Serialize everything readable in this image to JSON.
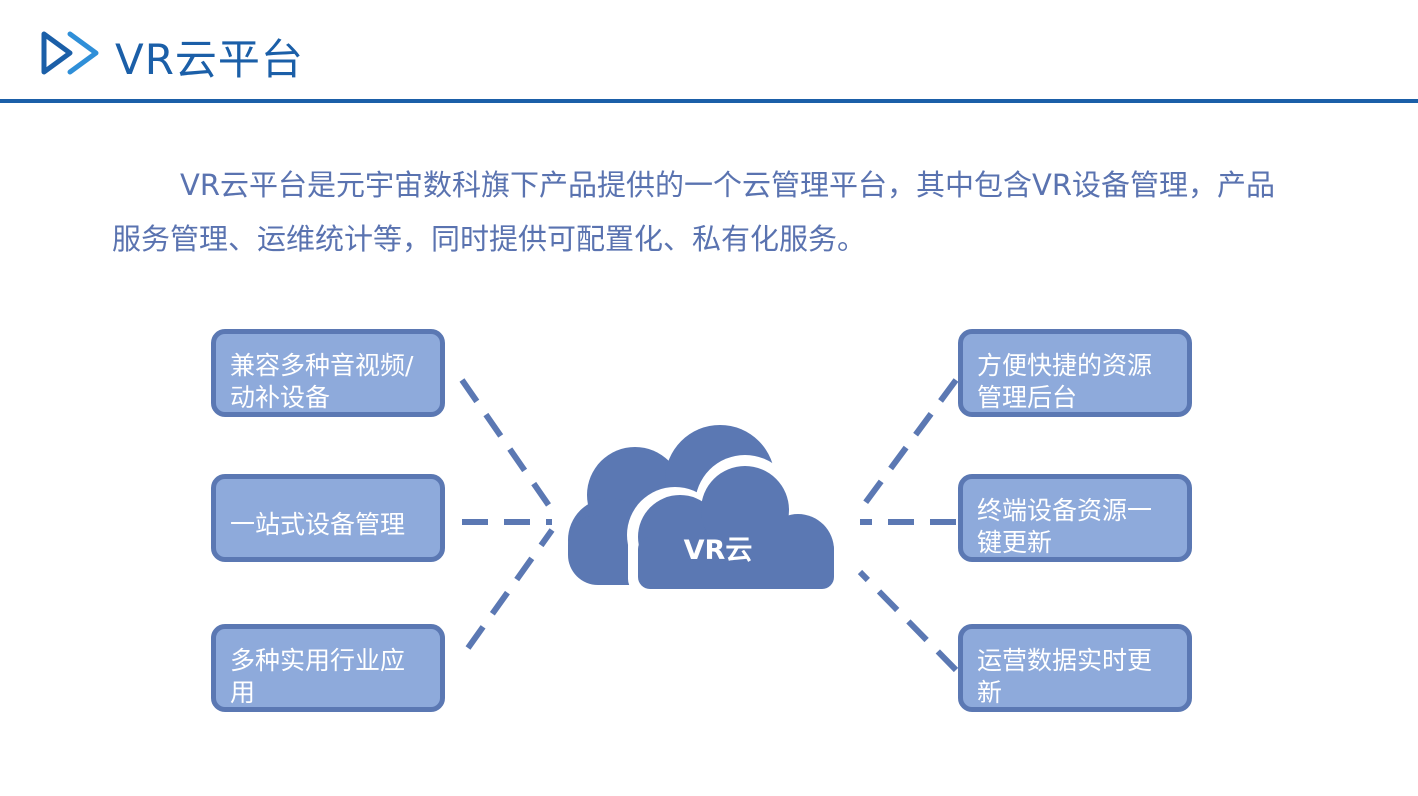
{
  "header": {
    "title": "VR云平台"
  },
  "intro": {
    "text": "VR云平台是元宇宙数科旗下产品提供的一个云管理平台，其中包含VR设备管理，产品服务管理、运维统计等，同时提供可配置化、私有化服务。"
  },
  "diagram": {
    "center": "VR云",
    "left": [
      {
        "line1": "兼容多种音视频/",
        "line2": "动补设备"
      },
      {
        "line1": "一站式设备管理",
        "line2": ""
      },
      {
        "line1": "多种实用行业应",
        "line2": "用"
      }
    ],
    "right": [
      {
        "line1": "方便快捷的资源",
        "line2": "管理后台"
      },
      {
        "line1": "终端设备资源一",
        "line2": "键更新"
      },
      {
        "line1": "运营数据实时更",
        "line2": "新"
      }
    ]
  },
  "colors": {
    "accent": "#1b5fa8",
    "box_fill": "#8eaadb",
    "box_border": "#5b78b3",
    "cloud": "#5b78b3",
    "text": "#5a73b0"
  }
}
